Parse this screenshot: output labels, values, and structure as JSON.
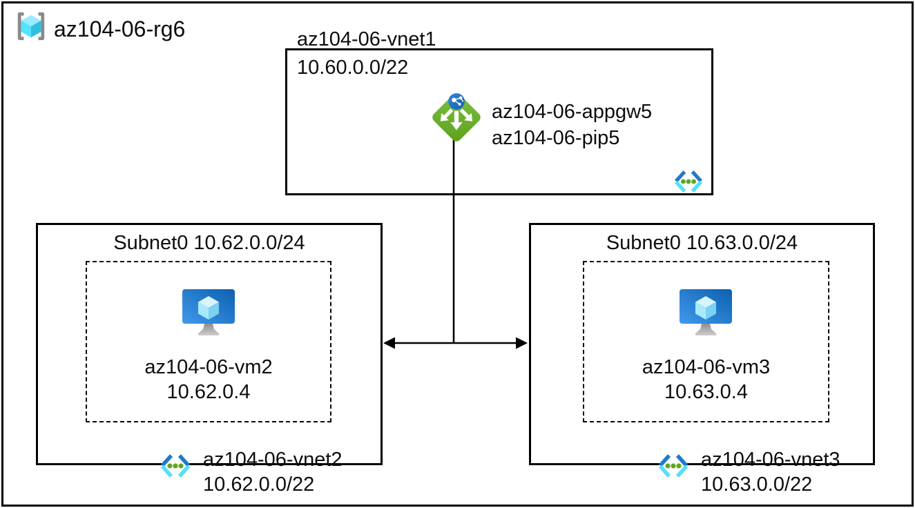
{
  "resource_group": {
    "name": "az104-06-rg6"
  },
  "vnet1": {
    "name": "az104-06-vnet1",
    "cidr": "10.60.0.0/22",
    "app_gateway": {
      "name": "az104-06-appgw5",
      "public_ip": "az104-06-pip5"
    }
  },
  "vnet2": {
    "subnet_label": "Subnet0 10.62.0.0/24",
    "vm": {
      "name": "az104-06-vm2",
      "ip": "10.62.0.4"
    },
    "name": "az104-06-vnet2",
    "cidr": "10.62.0.0/22"
  },
  "vnet3": {
    "subnet_label": "Subnet0 10.63.0.0/24",
    "vm": {
      "name": "az104-06-vm3",
      "ip": "10.63.0.4"
    },
    "name": "az104-06-vnet3",
    "cidr": "10.63.0.0/22"
  },
  "icons": {
    "resource_group": "resource-group-icon",
    "virtual_network": "virtual-network-icon",
    "virtual_machine": "virtual-machine-icon",
    "application_gateway": "application-gateway-icon"
  },
  "connectors": {
    "gateway_to_peering": "vertical-line",
    "vnet_peering": "double-headed-arrow"
  },
  "colors": {
    "border_black": "#000000",
    "appgw_green": "#6FB42C",
    "globe_blue": "#1E6DC0",
    "vm_screen_blue": "#2E86D8",
    "vnet_bracket_blue": "#2078C8",
    "vnet_bracket_cyan": "#55DFFA",
    "vnet_dot_green": "#5CA81F",
    "rg_bracket_gray": "#8A8A8A",
    "cube_cyan_light": "#9CEBFF",
    "cube_cyan": "#50E6FF",
    "cube_teal": "#32BEDD"
  }
}
